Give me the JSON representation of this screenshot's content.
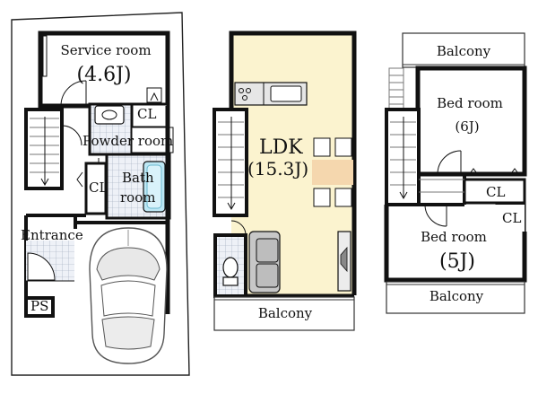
{
  "floor1": {
    "service_room": "Service room",
    "service_room_size": "(4.6J)",
    "closet_a": "CL",
    "powder_room": "Powder room",
    "bath_line1": "Bath",
    "bath_line2": "room",
    "closet_b": "CL",
    "entrance": "Entrance",
    "pipe_space": "PS"
  },
  "floor2": {
    "ldk": "LDK",
    "ldk_size": "(15.3J)",
    "balcony": "Balcony"
  },
  "floor3": {
    "balcony_top": "Balcony",
    "bedroom_a": "Bed room",
    "bedroom_a_size": "(6J)",
    "closet_a": "CL",
    "closet_b": "CL",
    "bedroom_b": "Bed room",
    "bedroom_b_size": "(5J)",
    "balcony_bottom": "Balcony"
  },
  "colors": {
    "wall": "#111111",
    "floor_tile": "#cfd8e6",
    "ldk_floor": "#fbf3cf",
    "sofa": "#c7c7c7",
    "counter": "#e6e6e6",
    "table": "#f5d7ae",
    "bath": "#bde7f4"
  }
}
